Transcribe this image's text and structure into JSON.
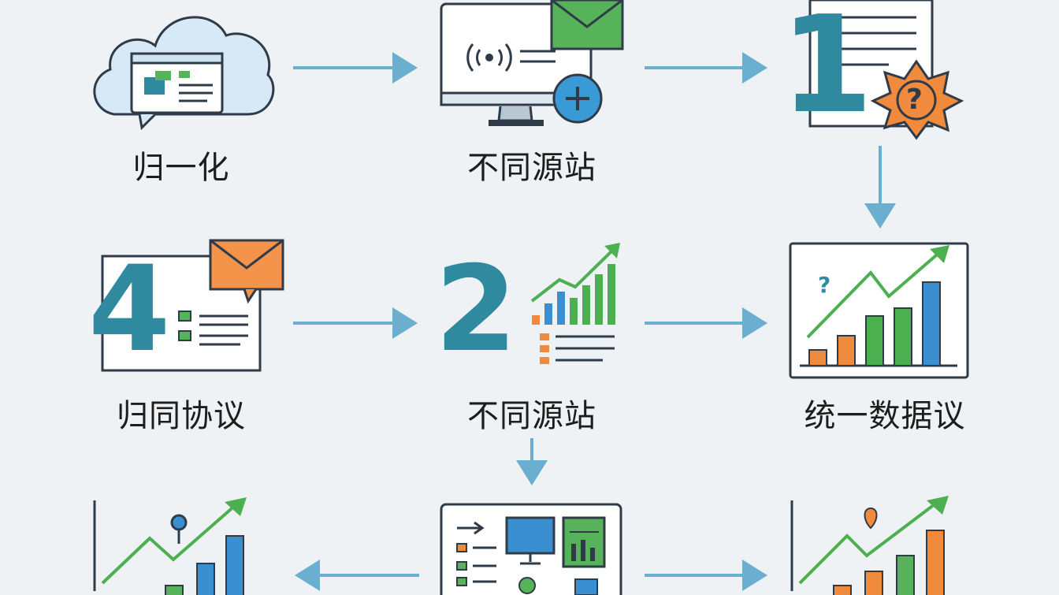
{
  "colors": {
    "arrow": "#6aaed0",
    "outline": "#2f3b48",
    "teal": "#2f8aa0",
    "green": "#4caf50",
    "orange": "#f08a3c",
    "blue": "#3a8fd1",
    "envelope_green": "#57b35a",
    "envelope_orange": "#f4934a"
  },
  "nodes": {
    "top_left": {
      "label": "归一化",
      "icon": "cloud-document-icon"
    },
    "top_middle": {
      "label": "不同源站",
      "icon": "monitor-envelope-icon"
    },
    "top_right": {
      "label": "1",
      "icon": "numbered-document-gear-icon"
    },
    "middle_left": {
      "label": "归同协议",
      "number": "4",
      "icon": "document-envelope-icon"
    },
    "middle_center": {
      "label": "不同源站",
      "number": "2",
      "icon": "bar-chart-document-icon"
    },
    "middle_right": {
      "label": "统一数据议",
      "icon": "growth-chart-icon"
    },
    "bottom_left": {
      "icon": "growth-chart-pin-icon"
    },
    "bottom_center": {
      "icon": "dashboard-panel-icon"
    },
    "bottom_right": {
      "icon": "growth-chart-pin-icon"
    }
  },
  "arrows": [
    {
      "from": "top_left",
      "to": "top_middle"
    },
    {
      "from": "top_middle",
      "to": "top_right"
    },
    {
      "from": "top_right",
      "to": "middle_right"
    },
    {
      "from": "middle_left",
      "to": "middle_center"
    },
    {
      "from": "middle_center",
      "to": "middle_right"
    },
    {
      "from": "middle_center",
      "to": "bottom_center"
    },
    {
      "from": "bottom_center",
      "to": "bottom_left"
    },
    {
      "from": "bottom_center",
      "to": "bottom_right"
    }
  ]
}
